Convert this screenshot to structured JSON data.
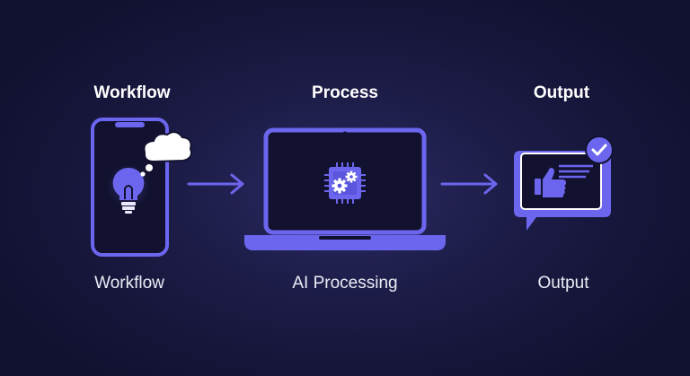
{
  "steps": [
    {
      "heading": "Workflow",
      "caption": "Workflow",
      "icon": "smartphone-lightbulb-icon"
    },
    {
      "heading": "Process",
      "caption": "AI Processing",
      "icon": "laptop-processor-icon"
    },
    {
      "heading": "Output",
      "caption": "Output",
      "icon": "thumbs-up-message-icon"
    }
  ],
  "colors": {
    "accent": "#6c66ee",
    "accent_dark": "#4b46c4",
    "device_fill": "#121230",
    "background": "#1c1c47",
    "text": "#ffffff"
  }
}
